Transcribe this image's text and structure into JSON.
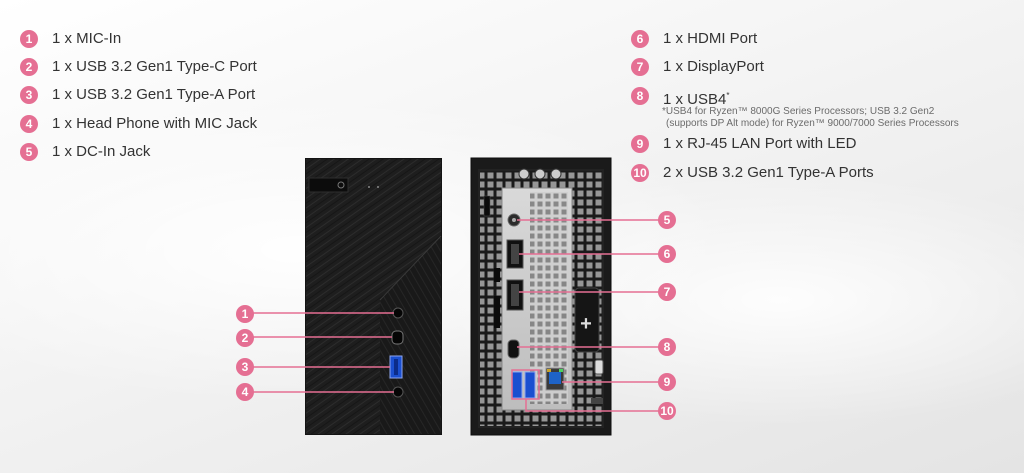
{
  "badge_color": "#e56f93",
  "line_color": "#e56f93",
  "specs_left": [
    {
      "num": "1",
      "text": "1 x MIC-In"
    },
    {
      "num": "2",
      "text": "1 x USB 3.2 Gen1 Type-C Port"
    },
    {
      "num": "3",
      "text": "1 x USB 3.2 Gen1 Type-A Port"
    },
    {
      "num": "4",
      "text": "1 x Head Phone with MIC Jack"
    },
    {
      "num": "5",
      "text": "1 x DC-In Jack"
    }
  ],
  "specs_right": [
    {
      "num": "6",
      "text": "1 x HDMI Port"
    },
    {
      "num": "7",
      "text": "1 x DisplayPort"
    },
    {
      "num": "8",
      "text": "1 x USB4",
      "sup": "*"
    },
    {
      "num": "9",
      "text": "1 x RJ-45 LAN Port with LED"
    },
    {
      "num": "10",
      "text": "2 x USB 3.2 Gen1 Type-A Ports"
    }
  ],
  "usb4_note": {
    "line1": "*USB4 for Ryzen™ 8000G Series Processors; USB 3.2 Gen2",
    "line2": "(supports DP Alt mode) for Ryzen™ 9000/7000 Series Processors"
  },
  "callouts": {
    "c1": "1",
    "c2": "2",
    "c3": "3",
    "c4": "4",
    "c5": "5",
    "c6": "6",
    "c7": "7",
    "c8": "8",
    "c9": "9",
    "c10": "10"
  }
}
